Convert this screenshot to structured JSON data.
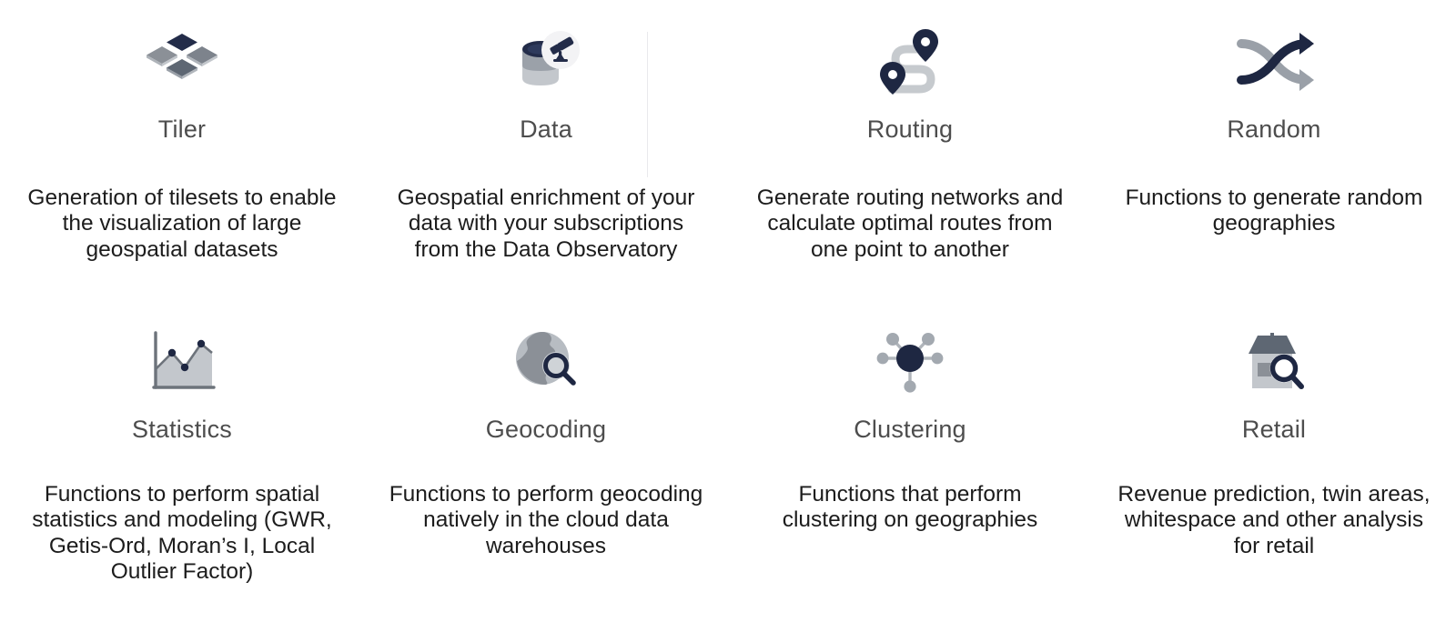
{
  "palette": {
    "background": "#ffffff",
    "title_text": "#4d4d4d",
    "body_text": "#1c1c1c",
    "navy": "#1f2a४4",
    "navy_dark": "#1e2742",
    "gray_mid": "#8b9097",
    "gray_light": "#c3c7cc",
    "gray_slate": "#5e6773",
    "divider": "#e9e9ec"
  },
  "divider": {
    "name": "column-divider"
  },
  "cards": [
    {
      "id": "tiler",
      "icon": "tiles-isometric-icon",
      "title": "Tiler",
      "description": "Generation of tilesets to enable the visualization of large geospatial datasets"
    },
    {
      "id": "data",
      "icon": "database-telescope-icon",
      "title": "Data",
      "description": "Geospatial enrichment of your data with your subscriptions from the Data Observatory"
    },
    {
      "id": "routing",
      "icon": "route-pins-icon",
      "title": "Routing",
      "description": "Generate routing networks and calculate optimal routes from one point to another"
    },
    {
      "id": "random",
      "icon": "shuffle-arrows-icon",
      "title": "Random",
      "description": "Functions to generate random geographies"
    },
    {
      "id": "statistics",
      "icon": "area-chart-icon",
      "title": "Statistics",
      "description": "Functions to perform spatial statistics and modeling (GWR, Getis-Ord, Moran’s I, Local Outlier Factor)"
    },
    {
      "id": "geocoding",
      "icon": "globe-magnifier-icon",
      "title": "Geocoding",
      "description": "Functions to perform geocoding natively in the cloud data warehouses"
    },
    {
      "id": "clustering",
      "icon": "hub-spoke-nodes-icon",
      "title": "Clustering",
      "description": "Functions that perform clustering on geographies"
    },
    {
      "id": "retail",
      "icon": "storefront-magnifier-icon",
      "title": "Retail",
      "description": "Revenue prediction, twin areas, whitespace and other analysis for retail"
    }
  ]
}
